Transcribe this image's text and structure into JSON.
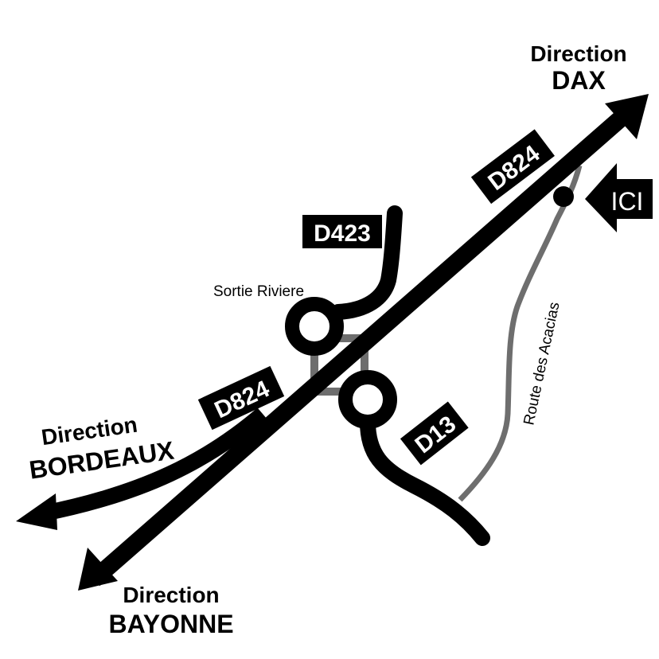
{
  "destinations": {
    "dax": {
      "line1": "Direction",
      "line2": "DAX"
    },
    "bordeaux": {
      "line1": "Direction",
      "line2": "BORDEAUX"
    },
    "bayonne": {
      "line1": "Direction",
      "line2": "BAYONNE"
    }
  },
  "roads": {
    "d824_top": "D824",
    "d824_bottom": "D824",
    "d423": "D423",
    "d13": "D13",
    "acacias": "Route des Acacias"
  },
  "exit_label": "Sortie Riviere",
  "marker_label": "ICI",
  "colors": {
    "road": "#000000",
    "minor_road": "#6e6e6e",
    "background": "#ffffff"
  }
}
